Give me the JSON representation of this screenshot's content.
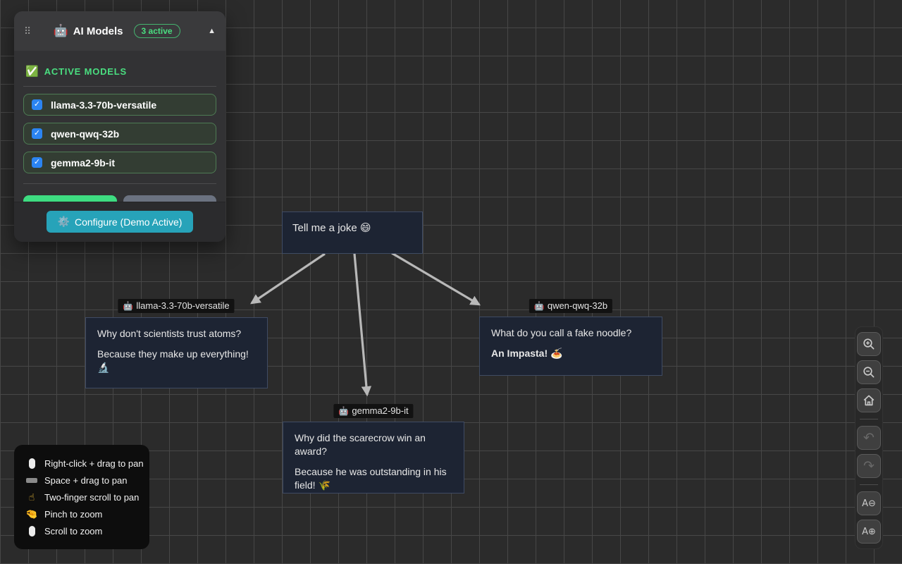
{
  "colors": {
    "accent_green": "#4ade80",
    "checkbox_blue": "#2b84f2",
    "configure_teal": "#27a3b9",
    "node_bg": "#1d2433",
    "edge_gray": "#b8b8b8",
    "canvas_bg": "#2b2b2b"
  },
  "panel": {
    "drag_handle_icon": "⠿",
    "robot_icon": "🤖",
    "title": "AI Models",
    "badge": "3 active",
    "collapse_icon": "▲",
    "section_icon": "✅",
    "section_title": "ACTIVE MODELS",
    "models": [
      {
        "label": "llama-3.3-70b-versatile",
        "checked": true
      },
      {
        "label": "qwen-qwq-32b",
        "checked": true
      },
      {
        "label": "gemma2-9b-it",
        "checked": true
      }
    ],
    "configure_icon": "⚙️",
    "configure_label": "Configure (Demo Active)"
  },
  "graph": {
    "root_text": "Tell me a joke 😄",
    "responses": [
      {
        "model_icon": "🤖",
        "model": "llama-3.3-70b-versatile",
        "question": "Why don't scientists trust atoms?",
        "punchline": "Because they make up everything! 🔬"
      },
      {
        "model_icon": "🤖",
        "model": "qwen-qwq-32b",
        "question": "What do you call a fake noodle?",
        "punchline": "An Impasta! 🍝"
      },
      {
        "model_icon": "🤖",
        "model": "gemma2-9b-it",
        "question": "Why did the scarecrow win an award?",
        "punchline": "Because he was outstanding in his field! 🌾"
      }
    ]
  },
  "instructions": {
    "items": [
      {
        "icon": "mouse-icon",
        "icon_char": "🖱️",
        "label": "Right-click + drag to pan"
      },
      {
        "icon": "keyboard-icon",
        "icon_char": "⌨️",
        "label": "Space + drag to pan"
      },
      {
        "icon": "finger-up-icon",
        "icon_char": "☝",
        "label": "Two-finger scroll to pan"
      },
      {
        "icon": "pinch-icon",
        "icon_char": "🤏",
        "label": "Pinch to zoom"
      },
      {
        "icon": "mouse-icon",
        "icon_char": "🖱️",
        "label": "Scroll to zoom"
      }
    ]
  },
  "toolbar": {
    "zoom_in": "zoom-in",
    "zoom_out": "zoom-out",
    "home": "reset-view",
    "undo_icon": "↶",
    "redo_icon": "↷",
    "font_decrease_label": "A⊖",
    "font_increase_label": "A⊕"
  }
}
